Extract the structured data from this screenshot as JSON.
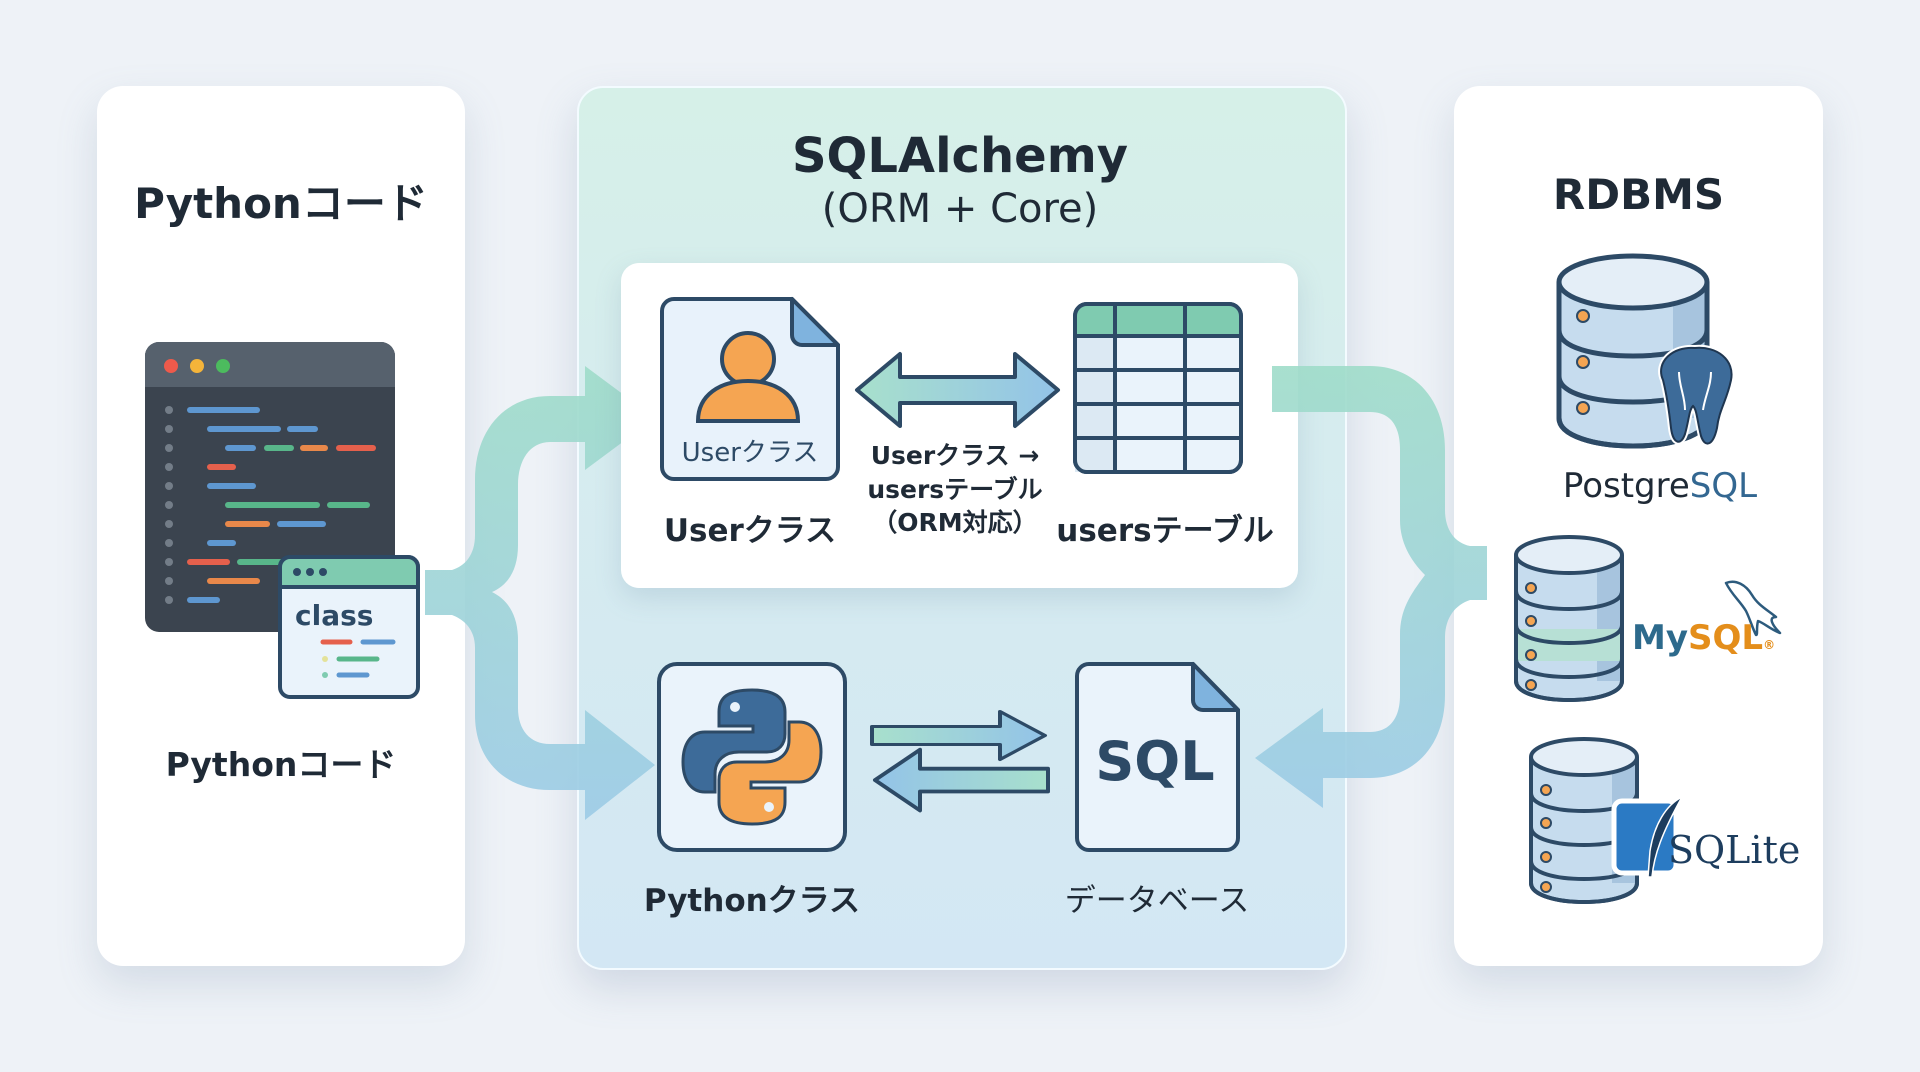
{
  "left_panel": {
    "title": "Pythonコード",
    "editor_window": {
      "class_popup_keyword": "class"
    },
    "caption": "Pythonコード"
  },
  "middle_panel": {
    "title_line1": "SQLAlchemy",
    "title_line2": "(ORM + Core)",
    "orm_row": {
      "user_class_icon_text": "Userクラス",
      "user_class_caption": "Userクラス",
      "mapping_line1": "Userクラス →",
      "mapping_line2": "usersテーブル",
      "mapping_line3": "（ORM対応）",
      "table_caption": "usersテーブル"
    },
    "core_row": {
      "python_class_caption": "Pythonクラス",
      "sql_icon_text": "SQL",
      "database_caption": "データベース"
    }
  },
  "right_panel": {
    "title": "RDBMS",
    "databases": [
      {
        "name_part1": "Postgre",
        "name_part2": "SQL"
      },
      {
        "name_part1": "My",
        "name_part2": "SQL",
        "suffix": "®"
      },
      {
        "name_part1": "SQLite"
      }
    ]
  },
  "colors": {
    "dark_navy": "#2d4a66",
    "mint": "#9fdcc9",
    "sky": "#9ccbe6",
    "orange": "#f5a552",
    "editor_bg": "#3b444f"
  }
}
